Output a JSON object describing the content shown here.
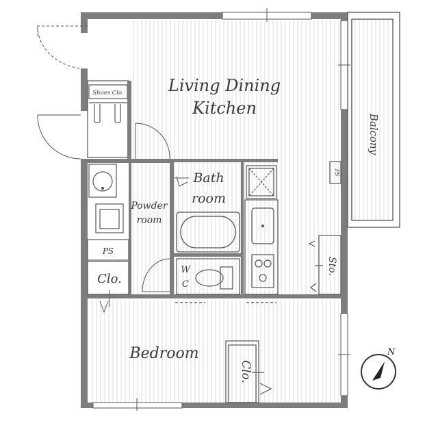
{
  "rooms": {
    "ldk_line1": "Living Dining",
    "ldk_line2": "Kitchen",
    "balcony": "Balcony",
    "shoes_closet": "Shoes Clo.",
    "bath_line1": "Bath",
    "bath_line2": "room",
    "powder_line1": "Powder",
    "powder_line2": "room",
    "ps_left": "PS",
    "ps_right": "PS",
    "closet_left": "Clo.",
    "wc_line1": "W",
    "wc_line2": "C",
    "storage": "Sto.",
    "bedroom": "Bedroom",
    "closet_bedroom": "Clo."
  },
  "compass": {
    "north_letter": "N"
  },
  "colors": {
    "wall": "#7d7d7d",
    "line": "#555555",
    "floor_stripe": "#e6e6e6"
  }
}
